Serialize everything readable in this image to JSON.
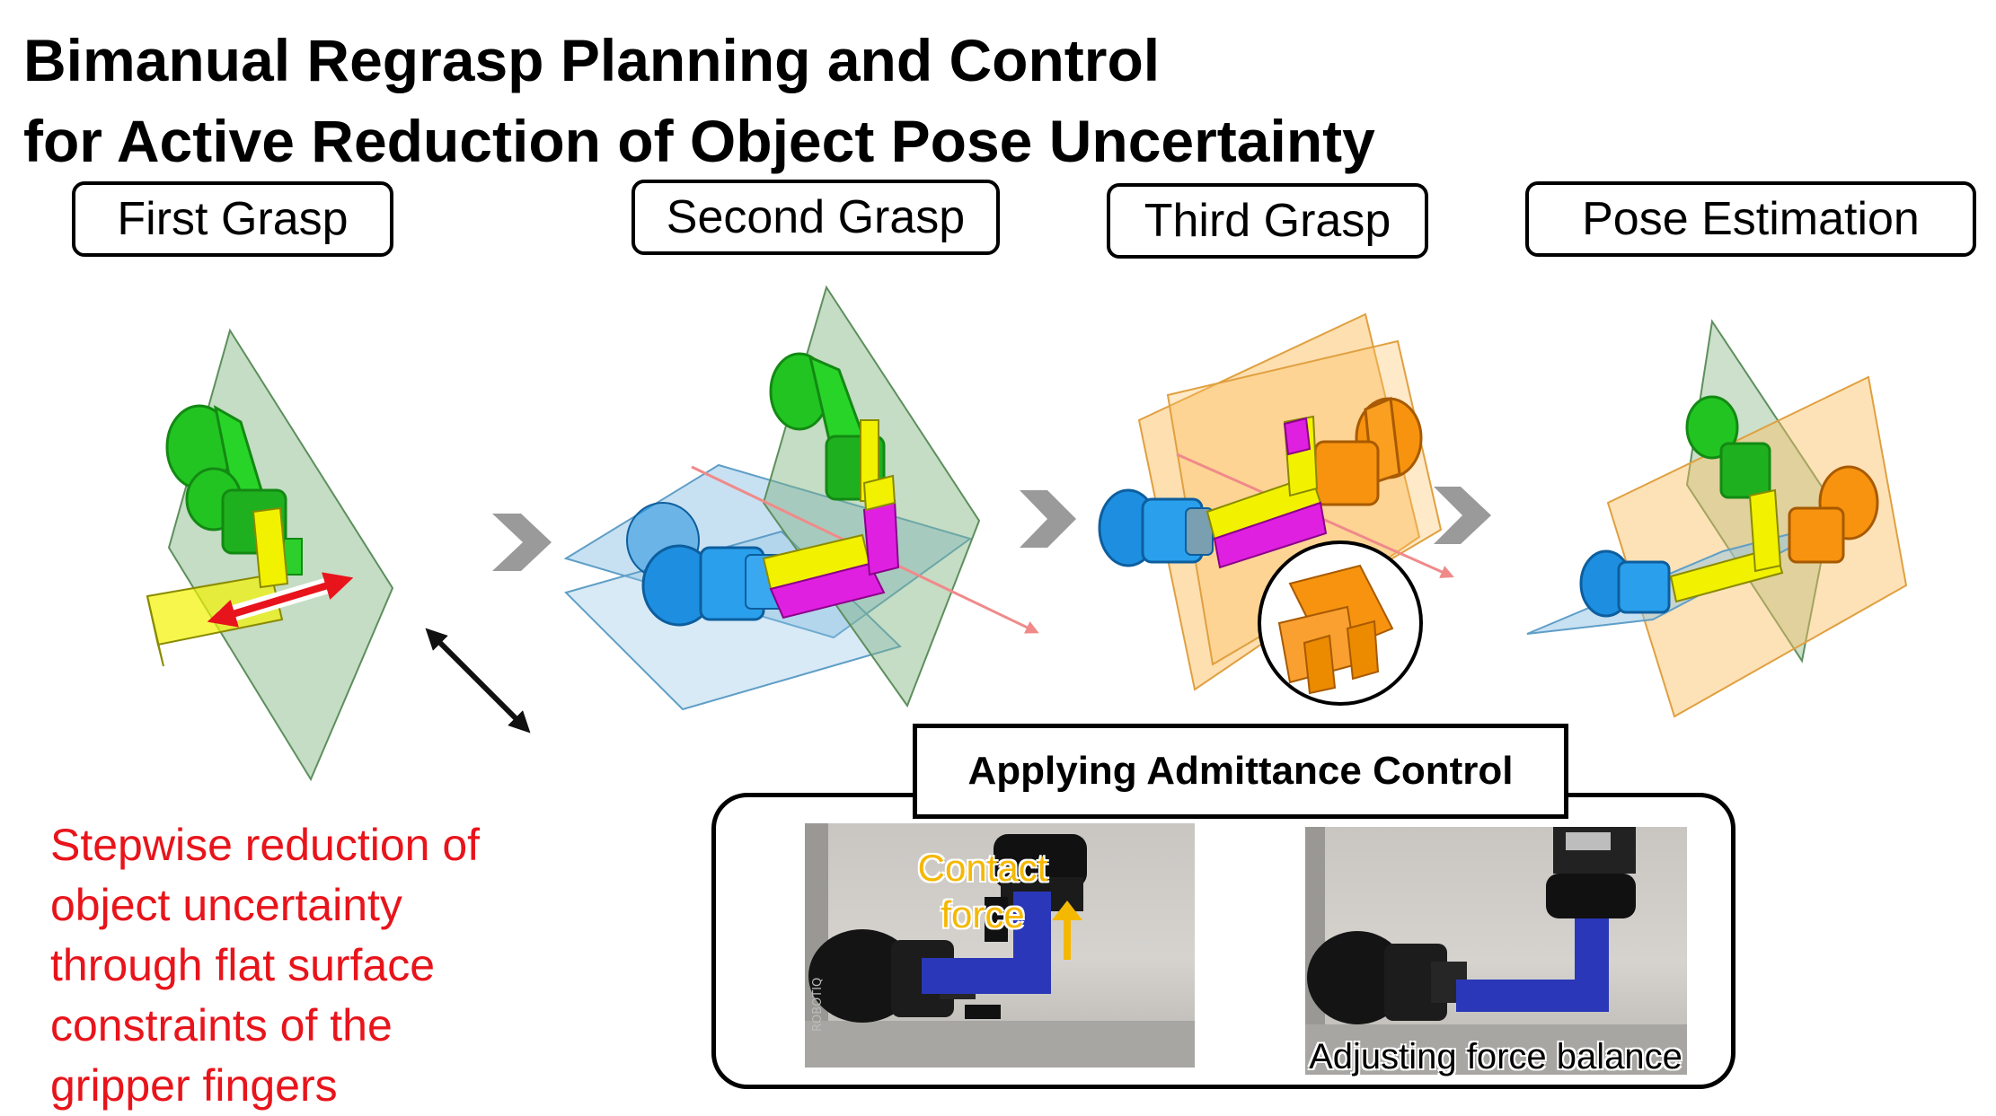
{
  "title": {
    "line1": "Bimanual Regrasp Planning and Control",
    "line2": "for Active Reduction of Object Pose Uncertainty"
  },
  "stages": [
    {
      "label": "First Grasp"
    },
    {
      "label": "Second Grasp"
    },
    {
      "label": "Third Grasp"
    },
    {
      "label": "Pose Estimation"
    }
  ],
  "annotation": {
    "lines": [
      "Stepwise reduction of",
      "object uncertainty",
      "through flat surface",
      "constraints of the",
      "gripper fingers"
    ]
  },
  "admittance": {
    "title": "Applying Admittance Control",
    "contact_line1": "Contact",
    "contact_line2": "force",
    "caption": "Adjusting force balance",
    "photo_brand": "ROBOTIQ"
  },
  "colors": {
    "green_gripper": "#22c422",
    "blue_gripper": "#1e8fe0",
    "orange_gripper": "#f7930e",
    "yellow_object": "#f2f200",
    "magenta_object": "#e020e0",
    "green_plane": "#7fb27f",
    "blue_plane": "#8fc3e6",
    "orange_plane": "#fbbf62",
    "red_arrow": "#e8141b",
    "stage_arrow": "#9a9a9a",
    "red_text": "#e8141b",
    "contact_text": "#f5b800"
  }
}
